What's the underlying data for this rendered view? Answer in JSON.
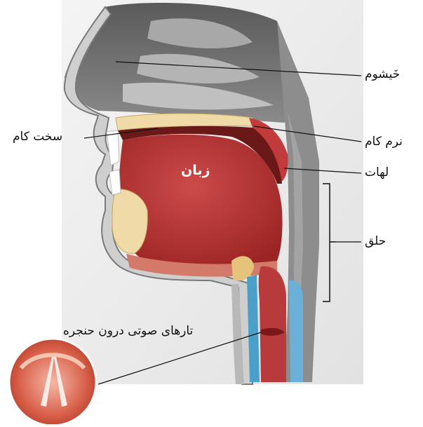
{
  "labels": {
    "nasal_cavity": "خَیشوم",
    "hard_palate": "سخت کام",
    "soft_palate": "نرم کام",
    "uvula": "لهات",
    "pharynx": "حلق",
    "tongue": "زبان",
    "vocal_cords": "تارهای صوتی درون حنجره"
  }
}
